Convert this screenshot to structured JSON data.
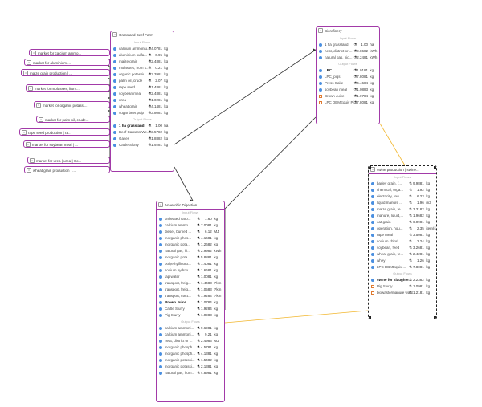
{
  "colors": {
    "node_border": "#a23aa8",
    "link_product": "#333333",
    "link_waste": "#f2b72f",
    "input_icon": "#4a8fe0",
    "output_icon": "#e07a30"
  },
  "section_labels": {
    "inputs": "Input Flows",
    "outputs": "Output Flows"
  },
  "providers": [
    {
      "label": "market for calcium ammo...",
      "icon": "provider-icon"
    },
    {
      "label": "market for aluminium ...",
      "icon": "provider-icon"
    },
    {
      "label": "maize grain production | ...",
      "icon": "provider-icon"
    },
    {
      "label": "market for molasses, from...",
      "icon": "provider-icon"
    },
    {
      "label": "market for organic potassi...",
      "icon": "provider-icon"
    },
    {
      "label": "market for palm oil, crude...",
      "icon": "provider-icon"
    },
    {
      "label": "rape seed production | ra...",
      "icon": "provider-icon"
    },
    {
      "label": "market for soybean meal | ...",
      "icon": "provider-icon"
    },
    {
      "label": "market for urea | urea | Co...",
      "icon": "provider-icon"
    },
    {
      "label": "wheat grain production | ...",
      "icon": "provider-icon"
    }
  ],
  "nodes": {
    "grassland": {
      "title": "Grassland Beef Farm",
      "inputs": [
        {
          "name": "calcium ammoniu...",
          "value": "4.0781",
          "unit": "kg"
        },
        {
          "name": "aluminium sulfa...",
          "value": "0.95",
          "unit": "kg"
        },
        {
          "name": "maize grain",
          "value": "2.4881",
          "unit": "kg"
        },
        {
          "name": "molasses, from s...",
          "value": "0.21",
          "unit": "kg"
        },
        {
          "name": "organic potassiu...",
          "value": "2.3981",
          "unit": "kg"
        },
        {
          "name": "palm oil, crude",
          "value": "2.07",
          "unit": "kg"
        },
        {
          "name": "rape seed",
          "value": "1.4881",
          "unit": "kg"
        },
        {
          "name": "soybean meal",
          "value": "2.4881",
          "unit": "kg"
        },
        {
          "name": "urea",
          "value": "1.0281",
          "unit": "kg"
        },
        {
          "name": "wheat grain",
          "value": "4.1481",
          "unit": "kg"
        },
        {
          "name": "sugar beet pulp",
          "value": "3.8081",
          "unit": "kg"
        }
      ],
      "outputs": [
        {
          "name": "1 ha grassland",
          "value": "1.00",
          "unit": "ha",
          "bold": true
        },
        {
          "name": "Beef Carcass We...",
          "value": "3.5782",
          "unit": "kg"
        },
        {
          "name": "Gases",
          "value": "1.8882",
          "unit": "kg"
        },
        {
          "name": "Cattle Slurry",
          "value": "1.9281",
          "unit": "kg"
        }
      ]
    },
    "biorefinery": {
      "title": "Biorefinery",
      "inputs": [
        {
          "name": "1 ha grassland",
          "value": "1.00",
          "unit": "ha"
        },
        {
          "name": "heat, district or ...",
          "value": "9.8682",
          "unit": "kWh"
        },
        {
          "name": "natural gas, hig...",
          "value": "2.2481",
          "unit": "kWh"
        }
      ],
      "outputs": [
        {
          "name": "LPC",
          "value": "1.0181",
          "unit": "kg",
          "bold": true
        },
        {
          "name": "LPC_pigs",
          "value": "7.8081",
          "unit": "kg"
        },
        {
          "name": "Press Cake",
          "value": "4.4684",
          "unit": "kg"
        },
        {
          "name": "soybean meal",
          "value": "1.0883",
          "unit": "kg"
        },
        {
          "name": "Brown Juice",
          "value": "1.0784",
          "unit": "kg",
          "product": true
        },
        {
          "name": "LPC DBMEquiv Pi...",
          "value": "7.8081",
          "unit": "kg",
          "product": true
        }
      ]
    },
    "swine": {
      "title": "swine production | swine...",
      "inputs": [
        {
          "name": "barley grain, f...",
          "value": "9.9881",
          "unit": "kg"
        },
        {
          "name": "chemical, orga...",
          "value": "1.92",
          "unit": "kg"
        },
        {
          "name": "electricity, low...",
          "value": "6.23",
          "unit": "kg"
        },
        {
          "name": "liquid manure ...",
          "value": "1.96",
          "unit": "m3"
        },
        {
          "name": "maize grain, fe...",
          "value": "3.3182",
          "unit": "kg"
        },
        {
          "name": "manure, liquid,...",
          "value": "1.9682",
          "unit": "kg"
        },
        {
          "name": "oat grain",
          "value": "6.0981",
          "unit": "kg"
        },
        {
          "name": "operation, hou...",
          "value": "2.35",
          "unit": "item(s)"
        },
        {
          "name": "rape meal",
          "value": "3.5081",
          "unit": "kg"
        },
        {
          "name": "sodium chlori...",
          "value": "2.24",
          "unit": "kg"
        },
        {
          "name": "soybean, feed",
          "value": "3.2681",
          "unit": "kg"
        },
        {
          "name": "wheat grain, fe...",
          "value": "2.4281",
          "unit": "kg"
        },
        {
          "name": "whey",
          "value": "1.26",
          "unit": "kg"
        },
        {
          "name": "LPC DBMEquiv ...",
          "value": "7.8081",
          "unit": "kg"
        }
      ],
      "outputs": [
        {
          "name": "swine for slaughte...",
          "value": "2.2382",
          "unit": "kg",
          "bold": true
        },
        {
          "name": "Pig Slurry",
          "value": "1.0981",
          "unit": "kg",
          "product": true
        },
        {
          "name": "biowaste/manure waste",
          "value": "1.2181",
          "unit": "kg",
          "product": true
        }
      ]
    },
    "anaerobic": {
      "title": "Anaerobic Digestion",
      "inputs": [
        {
          "name": "unheated carb...",
          "value": "1.60",
          "unit": "kg"
        },
        {
          "name": "calcium ammo...",
          "value": "7.0081",
          "unit": "kg"
        },
        {
          "name": "diesel, burned ...",
          "value": "6.12",
          "unit": "MJ"
        },
        {
          "name": "inorganic phos...",
          "value": "4.1681",
          "unit": "kg"
        },
        {
          "name": "inorganic pota...",
          "value": "1.2682",
          "unit": "kg"
        },
        {
          "name": "natural gas, hi...",
          "value": "2.9982",
          "unit": "kWh"
        },
        {
          "name": "inorganic pota...",
          "value": "5.8881",
          "unit": "kg"
        },
        {
          "name": "polyethylfluoro...",
          "value": "1.4081",
          "unit": "kg"
        },
        {
          "name": "sodium hydrox...",
          "value": "1.6681",
          "unit": "kg"
        },
        {
          "name": "tap water",
          "value": "1.0081",
          "unit": "kg"
        },
        {
          "name": "transport, freig...",
          "value": "1.4483",
          "unit": "t*km"
        },
        {
          "name": "transport, freig...",
          "value": "1.0583",
          "unit": "t*km"
        },
        {
          "name": "transport, tract...",
          "value": "1.9284",
          "unit": "t*km"
        },
        {
          "name": "Brown Juice",
          "value": "1.0784",
          "unit": "kg",
          "bold": true
        },
        {
          "name": "Cattle Slurry",
          "value": "1.9284",
          "unit": "kg"
        },
        {
          "name": "Pig Slurry",
          "value": "1.0983",
          "unit": "kg"
        }
      ],
      "outputs": [
        {
          "name": "calcium ammoni...",
          "value": "9.6981",
          "unit": "kg"
        },
        {
          "name": "calcium ammoni...",
          "value": "9.21",
          "unit": "kg"
        },
        {
          "name": "heat, district or ...",
          "value": "2.4983",
          "unit": "MJ"
        },
        {
          "name": "inorganic phosph...",
          "value": "4.5781",
          "unit": "kg"
        },
        {
          "name": "inorganic phosph...",
          "value": "4.1381",
          "unit": "kg"
        },
        {
          "name": "inorganic potassi...",
          "value": "1.5482",
          "unit": "kg"
        },
        {
          "name": "inorganic potassi...",
          "value": "2.1381",
          "unit": "kg"
        },
        {
          "name": "natural gas, hum...",
          "value": "4.8981",
          "unit": "kg"
        }
      ]
    }
  }
}
